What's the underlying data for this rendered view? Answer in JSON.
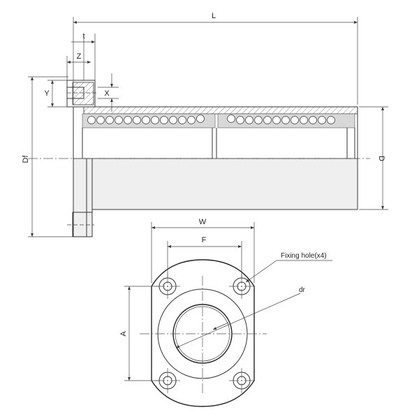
{
  "diagram": {
    "labels": {
      "L": "L",
      "t": "t",
      "Z": "Z",
      "Y": "Y",
      "X": "X",
      "Df": "Df",
      "D": "D",
      "W": "W",
      "F": "F",
      "A": "A",
      "dr": "dr",
      "fixing_hole": "Fixing hole(x4)"
    }
  }
}
